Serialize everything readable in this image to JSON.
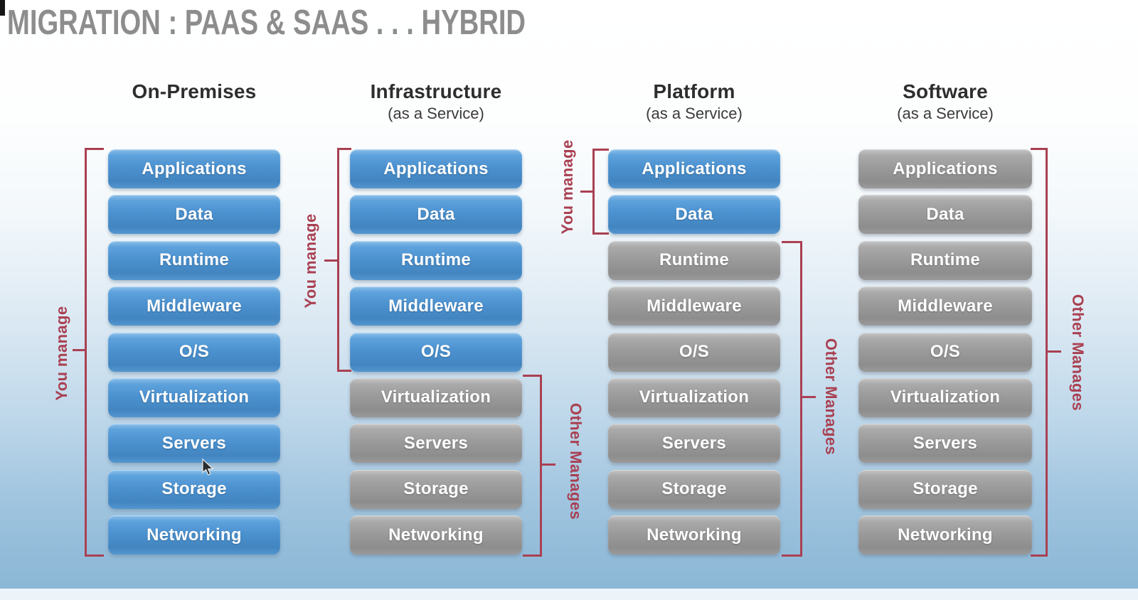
{
  "title": "MIGRATION : PAAS & SAAS . . . HYBRID",
  "legend_colors": {
    "you_manage_box": "#4c92d0",
    "other_manages_box": "#9b9b9b",
    "bracket_red": "#a94052"
  },
  "columns": [
    {
      "header": "On-Premises",
      "subheader": "",
      "boxes": [
        {
          "label": "Applications",
          "managed_by": "you"
        },
        {
          "label": "Data",
          "managed_by": "you"
        },
        {
          "label": "Runtime",
          "managed_by": "you"
        },
        {
          "label": "Middleware",
          "managed_by": "you"
        },
        {
          "label": "O/S",
          "managed_by": "you"
        },
        {
          "label": "Virtualization",
          "managed_by": "you"
        },
        {
          "label": "Servers",
          "managed_by": "you"
        },
        {
          "label": "Storage",
          "managed_by": "you"
        },
        {
          "label": "Networking",
          "managed_by": "you"
        }
      ]
    },
    {
      "header": "Infrastructure",
      "subheader": "(as a Service)",
      "boxes": [
        {
          "label": "Applications",
          "managed_by": "you"
        },
        {
          "label": "Data",
          "managed_by": "you"
        },
        {
          "label": "Runtime",
          "managed_by": "you"
        },
        {
          "label": "Middleware",
          "managed_by": "you"
        },
        {
          "label": "O/S",
          "managed_by": "you"
        },
        {
          "label": "Virtualization",
          "managed_by": "other"
        },
        {
          "label": "Servers",
          "managed_by": "other"
        },
        {
          "label": "Storage",
          "managed_by": "other"
        },
        {
          "label": "Networking",
          "managed_by": "other"
        }
      ]
    },
    {
      "header": "Platform",
      "subheader": "(as a Service)",
      "boxes": [
        {
          "label": "Applications",
          "managed_by": "you"
        },
        {
          "label": "Data",
          "managed_by": "you"
        },
        {
          "label": "Runtime",
          "managed_by": "other"
        },
        {
          "label": "Middleware",
          "managed_by": "other"
        },
        {
          "label": "O/S",
          "managed_by": "other"
        },
        {
          "label": "Virtualization",
          "managed_by": "other"
        },
        {
          "label": "Servers",
          "managed_by": "other"
        },
        {
          "label": "Storage",
          "managed_by": "other"
        },
        {
          "label": "Networking",
          "managed_by": "other"
        }
      ]
    },
    {
      "header": "Software",
      "subheader": "(as a Service)",
      "boxes": [
        {
          "label": "Applications",
          "managed_by": "other"
        },
        {
          "label": "Data",
          "managed_by": "other"
        },
        {
          "label": "Runtime",
          "managed_by": "other"
        },
        {
          "label": "Middleware",
          "managed_by": "other"
        },
        {
          "label": "O/S",
          "managed_by": "other"
        },
        {
          "label": "Virtualization",
          "managed_by": "other"
        },
        {
          "label": "Servers",
          "managed_by": "other"
        },
        {
          "label": "Storage",
          "managed_by": "other"
        },
        {
          "label": "Networking",
          "managed_by": "other"
        }
      ]
    }
  ],
  "brackets": [
    {
      "column": "On-Premises",
      "side": "left",
      "label": "You manage",
      "covers": "Applications to Networking"
    },
    {
      "column": "Infrastructure",
      "side": "left",
      "label": "You manage",
      "covers": "Applications to O/S"
    },
    {
      "column": "Infrastructure",
      "side": "right",
      "label": "Other Manages",
      "covers": "Virtualization to Networking"
    },
    {
      "column": "Platform",
      "side": "left",
      "label": "You manage",
      "covers": "Applications to Data"
    },
    {
      "column": "Platform",
      "side": "right",
      "label": "Other Manages",
      "covers": "Runtime to Networking"
    },
    {
      "column": "Software",
      "side": "right",
      "label": "Other Manages",
      "covers": "Applications to Networking"
    }
  ]
}
